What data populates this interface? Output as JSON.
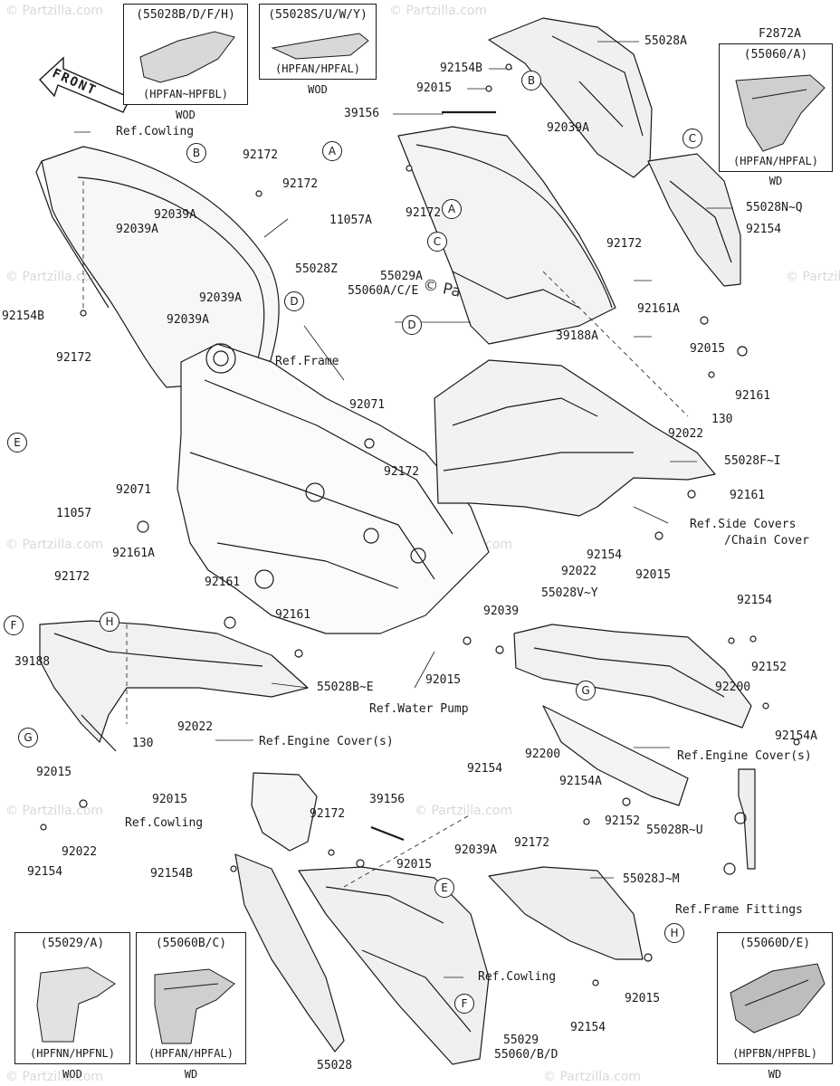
{
  "figure_code": "F2872A",
  "front_label": "FRONT",
  "watermarks": {
    "text": "© Partzilla.com",
    "center_text": "© Partzilla.com"
  },
  "insets": [
    {
      "code": "(55028B/D/F/H)",
      "variant": "(HPFAN~HPFBL)",
      "note": "WOD"
    },
    {
      "code": "(55028S/U/W/Y)",
      "variant": "(HPFAN/HPFAL)",
      "note": "WOD"
    },
    {
      "code": "(55060/A)",
      "variant": "(HPFAN/HPFAL)",
      "note": "WD"
    },
    {
      "code": "(55029/A)",
      "variant": "(HPFNN/HPFNL)",
      "note": "WOD"
    },
    {
      "code": "(55060B/C)",
      "variant": "(HPFAN/HPFAL)",
      "note": "WD"
    },
    {
      "code": "(55060D/E)",
      "variant": "(HPFBN/HPFBL)",
      "note": "WD"
    }
  ],
  "callouts": {
    "A": "A",
    "B": "B",
    "C": "C",
    "D": "D",
    "E": "E",
    "F": "F",
    "G": "G",
    "H": "H"
  },
  "labels": {
    "l55028A": "55028A",
    "l92154B_top": "92154B",
    "l92015_top": "92015",
    "l39156_top": "39156",
    "l92039A_top": "92039A",
    "l92172_a": "92172",
    "l92172_b": "92172",
    "l55028NQ": "55028N~Q",
    "l92154_r1": "92154",
    "l92172_c": "92172",
    "l55029A": "55029A",
    "l55060ACE": "55060A/C/E",
    "l92161A_r": "92161A",
    "l39188A": "39188A",
    "l92015_r1": "92015",
    "l92161_r1": "92161",
    "l130_r": "130",
    "l92022_r1": "92022",
    "l55028FI": "55028F~I",
    "l92161_r2": "92161",
    "lRefSideCovers": "Ref.Side Covers",
    "lChainCover": "/Chain Cover",
    "l92154_m": "92154",
    "l92022_m": "92022",
    "l92015_m": "92015",
    "l92071_m": "92071",
    "l92172_m": "92172",
    "lRefCowling_top": "Ref.Cowling",
    "l92172_l": "92172",
    "l11057A": "11057A",
    "l92039A_1": "92039A",
    "l92039A_2": "92039A",
    "l92039A_3": "92039A",
    "l92039A_4": "92039A",
    "l55028Z": "55028Z",
    "l92154B_l": "92154B",
    "lRefFrame": "Ref.Frame",
    "l92172_l2": "92172",
    "l11057": "11057",
    "l92071_l": "92071",
    "l92161A_l": "92161A",
    "l92161_l": "92161",
    "l92172_l3": "92172",
    "l39188": "39188",
    "l92161_c": "92161",
    "l55028BE": "55028B~E",
    "l92022_l": "92022",
    "l130_l": "130",
    "lRefEngineCover_l": "Ref.Engine Cover(s)",
    "l92015_l": "92015",
    "l92015_l2": "92015",
    "l92022_l2": "92022",
    "l92154_l": "92154",
    "l92039_c": "92039",
    "l92015_c": "92015",
    "lRefWaterPump": "Ref.Water Pump",
    "l55028VY": "55028V~Y",
    "l92154_r2": "92154",
    "l92200_r": "92200",
    "l92152_r": "92152",
    "l92154A_r": "92154A",
    "l92200_c": "92200",
    "l92154_c2": "92154",
    "lRefEngineCover_r": "Ref.Engine Cover(s)",
    "l92154A_c": "92154A",
    "l92152_c": "92152",
    "l55028RU": "55028R~U",
    "lRefCowling_l2": "Ref.Cowling",
    "l92172_c3": "92172",
    "l39156_c": "39156",
    "l92154B_c": "92154B",
    "l92015_c3": "92015",
    "l92039A_c": "92039A",
    "l92172_c4": "92172",
    "l55028JM": "55028J~M",
    "lRefFrameFittings": "Ref.Frame Fittings",
    "lRefCowling_b": "Ref.Cowling",
    "l92015_b": "92015",
    "l92154_b": "92154",
    "l55029": "55029",
    "l55060BD": "55060/B/D",
    "l55028": "55028"
  }
}
